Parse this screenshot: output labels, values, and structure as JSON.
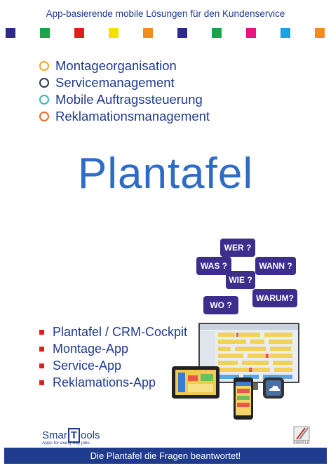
{
  "header": {
    "title": "App-basierende mobile Lösungen für den Kundenservice"
  },
  "color_squares": [
    "#2e2a8a",
    "#1aa34a",
    "#e01e1e",
    "#f5e000",
    "#f28c1b",
    "#2e2a8a",
    "#1aa34a",
    "#e5177e",
    "#1aa3e0",
    "#f28c1b"
  ],
  "features": [
    {
      "label": "Montageorganisation",
      "color": "#f5a623"
    },
    {
      "label": "Servicemanagement",
      "color": "#2b3a4a"
    },
    {
      "label": "Mobile Auftragssteuerung",
      "color": "#3ab6b0"
    },
    {
      "label": "Reklamationsmanagement",
      "color": "#f06a2a"
    }
  ],
  "title": "Plantafel",
  "bubbles": [
    "WER ?",
    "WAS ?",
    "WANN ?",
    "WIE ?",
    "WO ?",
    "WARUM?"
  ],
  "bullets": {
    "color": "#e01e1e",
    "items": [
      "Plantafel / CRM-Cockpit",
      "Montage-App",
      "Service-App",
      "Reklamations-App"
    ]
  },
  "logo": {
    "pre": "Smar",
    "mid": "T",
    "post": "ools",
    "tagline": "Apps for every day jobs"
  },
  "eberle": {
    "label": "EBERLE"
  },
  "footer": {
    "text": "Die Plantafel die Fragen beantwortet!"
  }
}
